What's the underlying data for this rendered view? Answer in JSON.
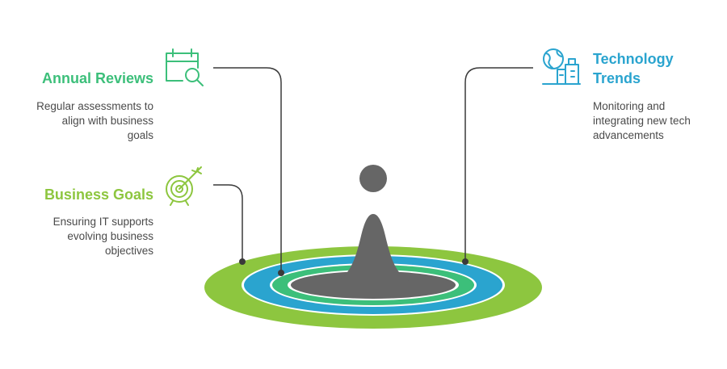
{
  "colors": {
    "annual_reviews": "#3cbf7a",
    "business_goals": "#8dc63f",
    "technology_trends": "#2aa4cf",
    "figure": "#666666",
    "connector": "#3a3a3a",
    "text": "#4a4a4a"
  },
  "items": {
    "annual_reviews": {
      "title": "Annual Reviews",
      "description": "Regular assessments to\nalign with business\ngoals",
      "icon": "calendar-search-icon"
    },
    "business_goals": {
      "title": "Business Goals",
      "description": "Ensuring IT supports\nevolving business\nobjectives",
      "icon": "target-arrow-icon"
    },
    "technology_trends": {
      "title": "Technology\nTrends",
      "description": "Monitoring and\nintegrating new tech\nadvancements",
      "icon": "globe-city-icon"
    }
  }
}
